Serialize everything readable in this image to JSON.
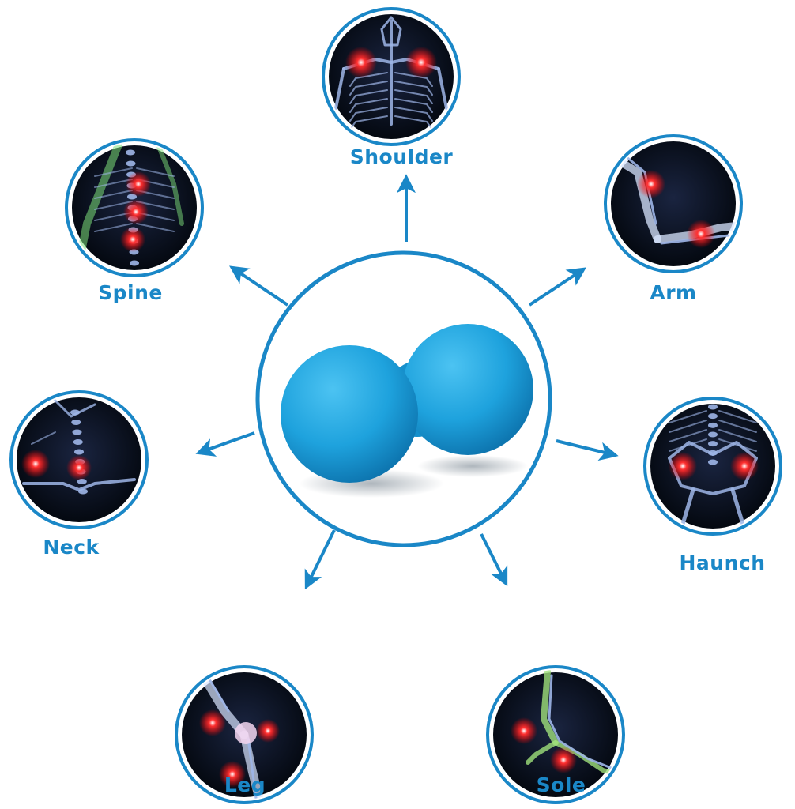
{
  "colors": {
    "accent": "#1a87c7",
    "ball": "#1fa3de",
    "ball_shadow": "#0d6ea8",
    "panel_bg": "#02060c",
    "skeleton": "#9fb6e8",
    "pain": "#ff2a2a"
  },
  "center": {
    "name": "peanut-massage-ball"
  },
  "nodes": [
    {
      "id": "shoulder",
      "label": "Shoulder",
      "icon": "shoulder-skeleton-icon"
    },
    {
      "id": "arm",
      "label": "Arm",
      "icon": "elbow-arm-icon"
    },
    {
      "id": "haunch",
      "label": "Haunch",
      "icon": "hip-pelvis-icon"
    },
    {
      "id": "sole",
      "label": "Sole",
      "icon": "foot-sole-icon"
    },
    {
      "id": "leg",
      "label": "Leg",
      "icon": "knee-leg-icon"
    },
    {
      "id": "neck",
      "label": "Neck",
      "icon": "neck-spine-icon"
    },
    {
      "id": "spine",
      "label": "Spine",
      "icon": "back-spine-icon"
    }
  ]
}
